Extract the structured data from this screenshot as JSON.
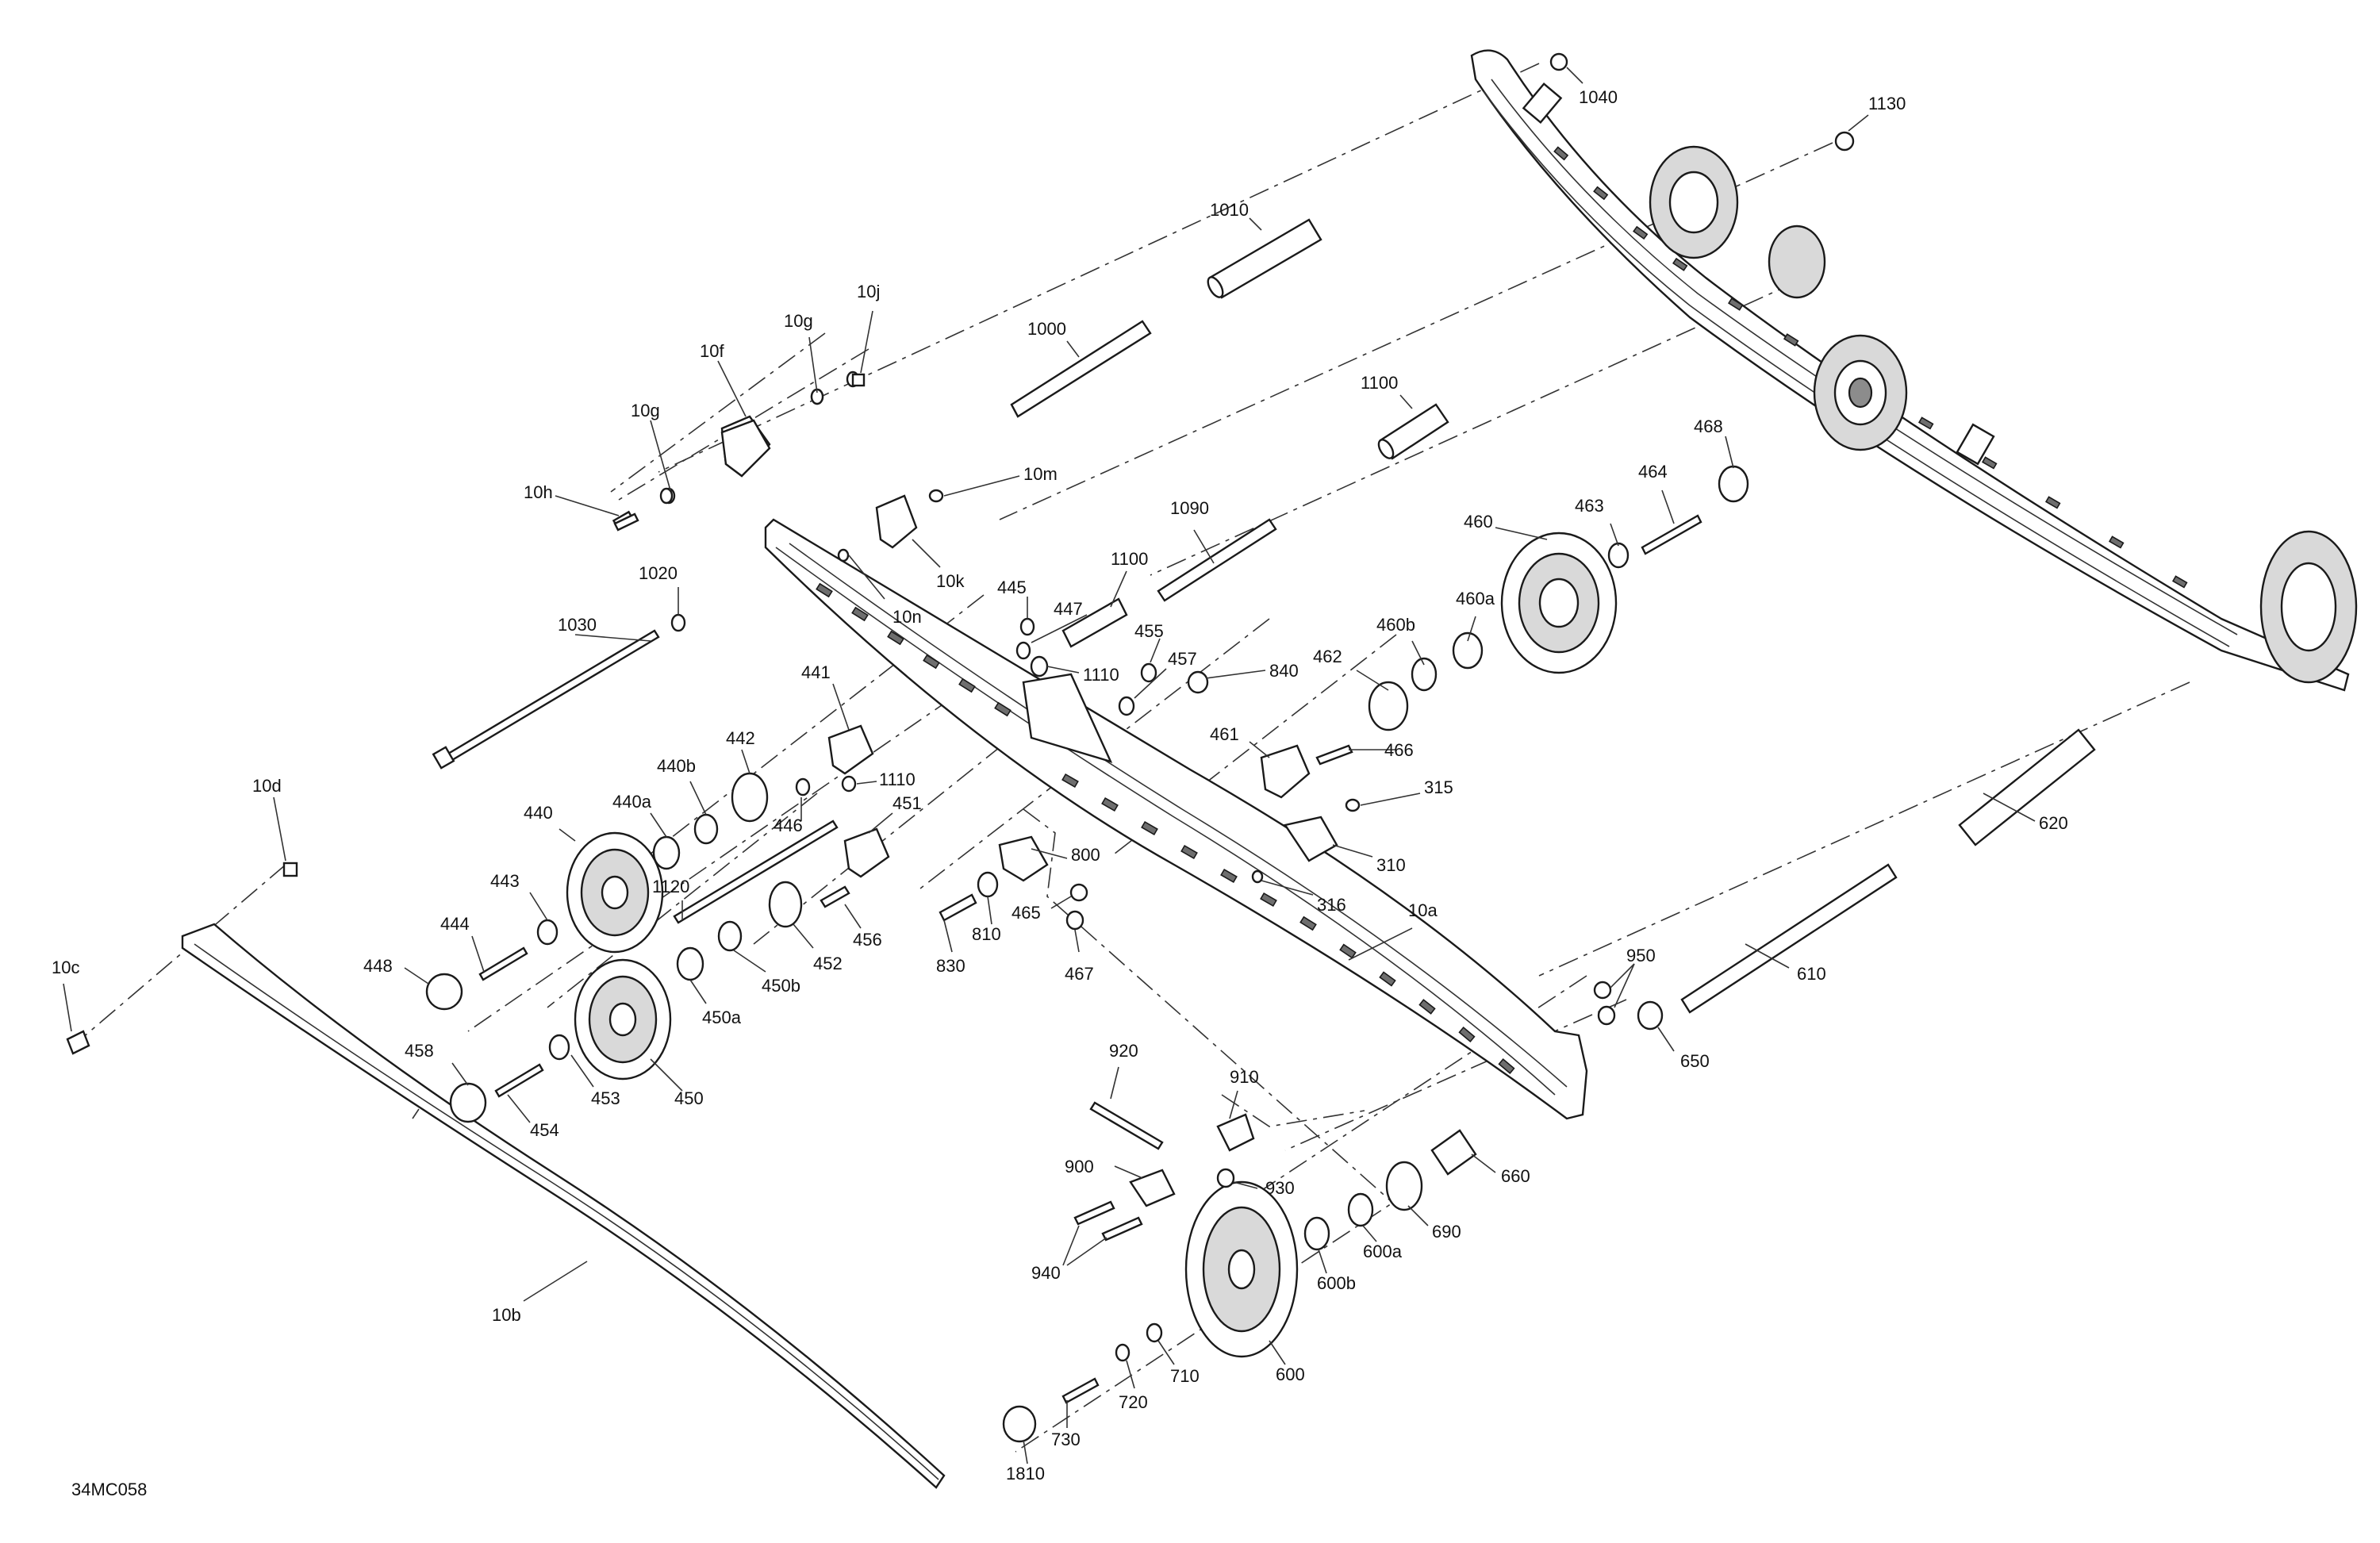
{
  "figure_code": "34MC058",
  "labels": {
    "l1040": "1040",
    "l1130": "1130",
    "l1010": "1010",
    "l1000": "1000",
    "l10j": "10j",
    "l10g_a": "10g",
    "l10f": "10f",
    "l10g_b": "10g",
    "l10h": "10h",
    "l1100_a": "1100",
    "l10m": "10m",
    "l468": "468",
    "l464": "464",
    "l463": "463",
    "l460": "460",
    "l1090": "1090",
    "l10k": "10k",
    "l10n": "10n",
    "l1100_b": "1100",
    "l1020": "1020",
    "l1030": "1030",
    "l445": "445",
    "l447": "447",
    "l455": "455",
    "l1110_a": "1110",
    "l457": "457",
    "l840": "840",
    "l460a": "460a",
    "l460b": "460b",
    "l462": "462",
    "l441": "441",
    "l461": "461",
    "l466": "466",
    "l442": "442",
    "l440b": "440b",
    "l1110_b": "1110",
    "l10d": "10d",
    "l440a": "440a",
    "l446": "446",
    "l451": "451",
    "l315": "315",
    "l440": "440",
    "l1120": "1120",
    "l800": "800",
    "l310": "310",
    "l443": "443",
    "l316": "316",
    "l10a": "10a",
    "l620": "620",
    "l465": "465",
    "l444": "444",
    "l810": "810",
    "l456": "456",
    "l448": "448",
    "l452": "452",
    "l830": "830",
    "l467": "467",
    "l450b": "450b",
    "l10c": "10c",
    "l450a": "450a",
    "l950": "950",
    "l610": "610",
    "l458": "458",
    "l453": "453",
    "l450": "450",
    "l650": "650",
    "l920": "920",
    "l454": "454",
    "l910": "910",
    "l900": "900",
    "l930": "930",
    "l660": "660",
    "l690": "690",
    "l600a": "600a",
    "l940": "940",
    "l600b": "600b",
    "l10b": "10b",
    "l600": "600",
    "l710": "710",
    "l720": "720",
    "l730": "730",
    "l1810": "1810"
  }
}
